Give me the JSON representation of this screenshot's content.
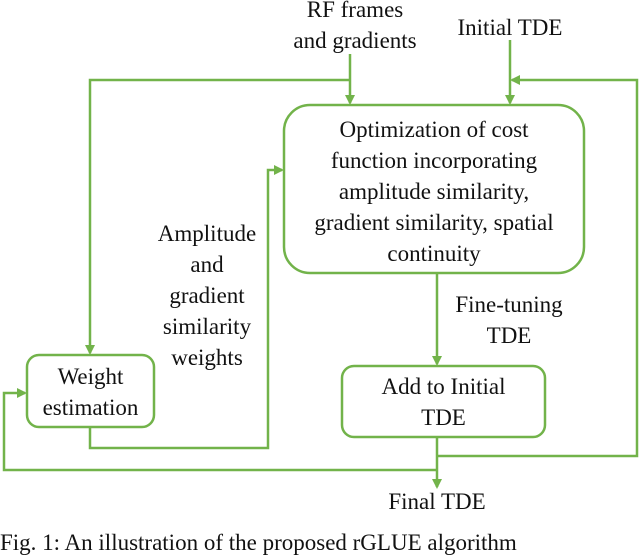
{
  "inputs": {
    "rf_line1": "RF frames",
    "rf_line2": "and gradients",
    "initial_tde": "Initial TDE"
  },
  "optimization_box": {
    "lines": [
      "Optimization of cost",
      "function incorporating",
      "amplitude similarity,",
      "gradient similarity, spatial",
      "continuity"
    ]
  },
  "weights_label": {
    "lines": [
      "Amplitude",
      "and",
      "gradient",
      "similarity",
      "weights"
    ]
  },
  "finetune_label": {
    "lines": [
      "Fine-tuning",
      "TDE"
    ]
  },
  "weight_box": {
    "lines": [
      "Weight",
      "estimation"
    ]
  },
  "add_box": {
    "lines": [
      "Add to Initial",
      "TDE"
    ]
  },
  "output": {
    "final_tde": "Final TDE"
  },
  "caption": "Fig. 1: An illustration of the proposed rGLUE algorithm",
  "colors": {
    "arrow": "#72b34a",
    "text": "#111111"
  }
}
